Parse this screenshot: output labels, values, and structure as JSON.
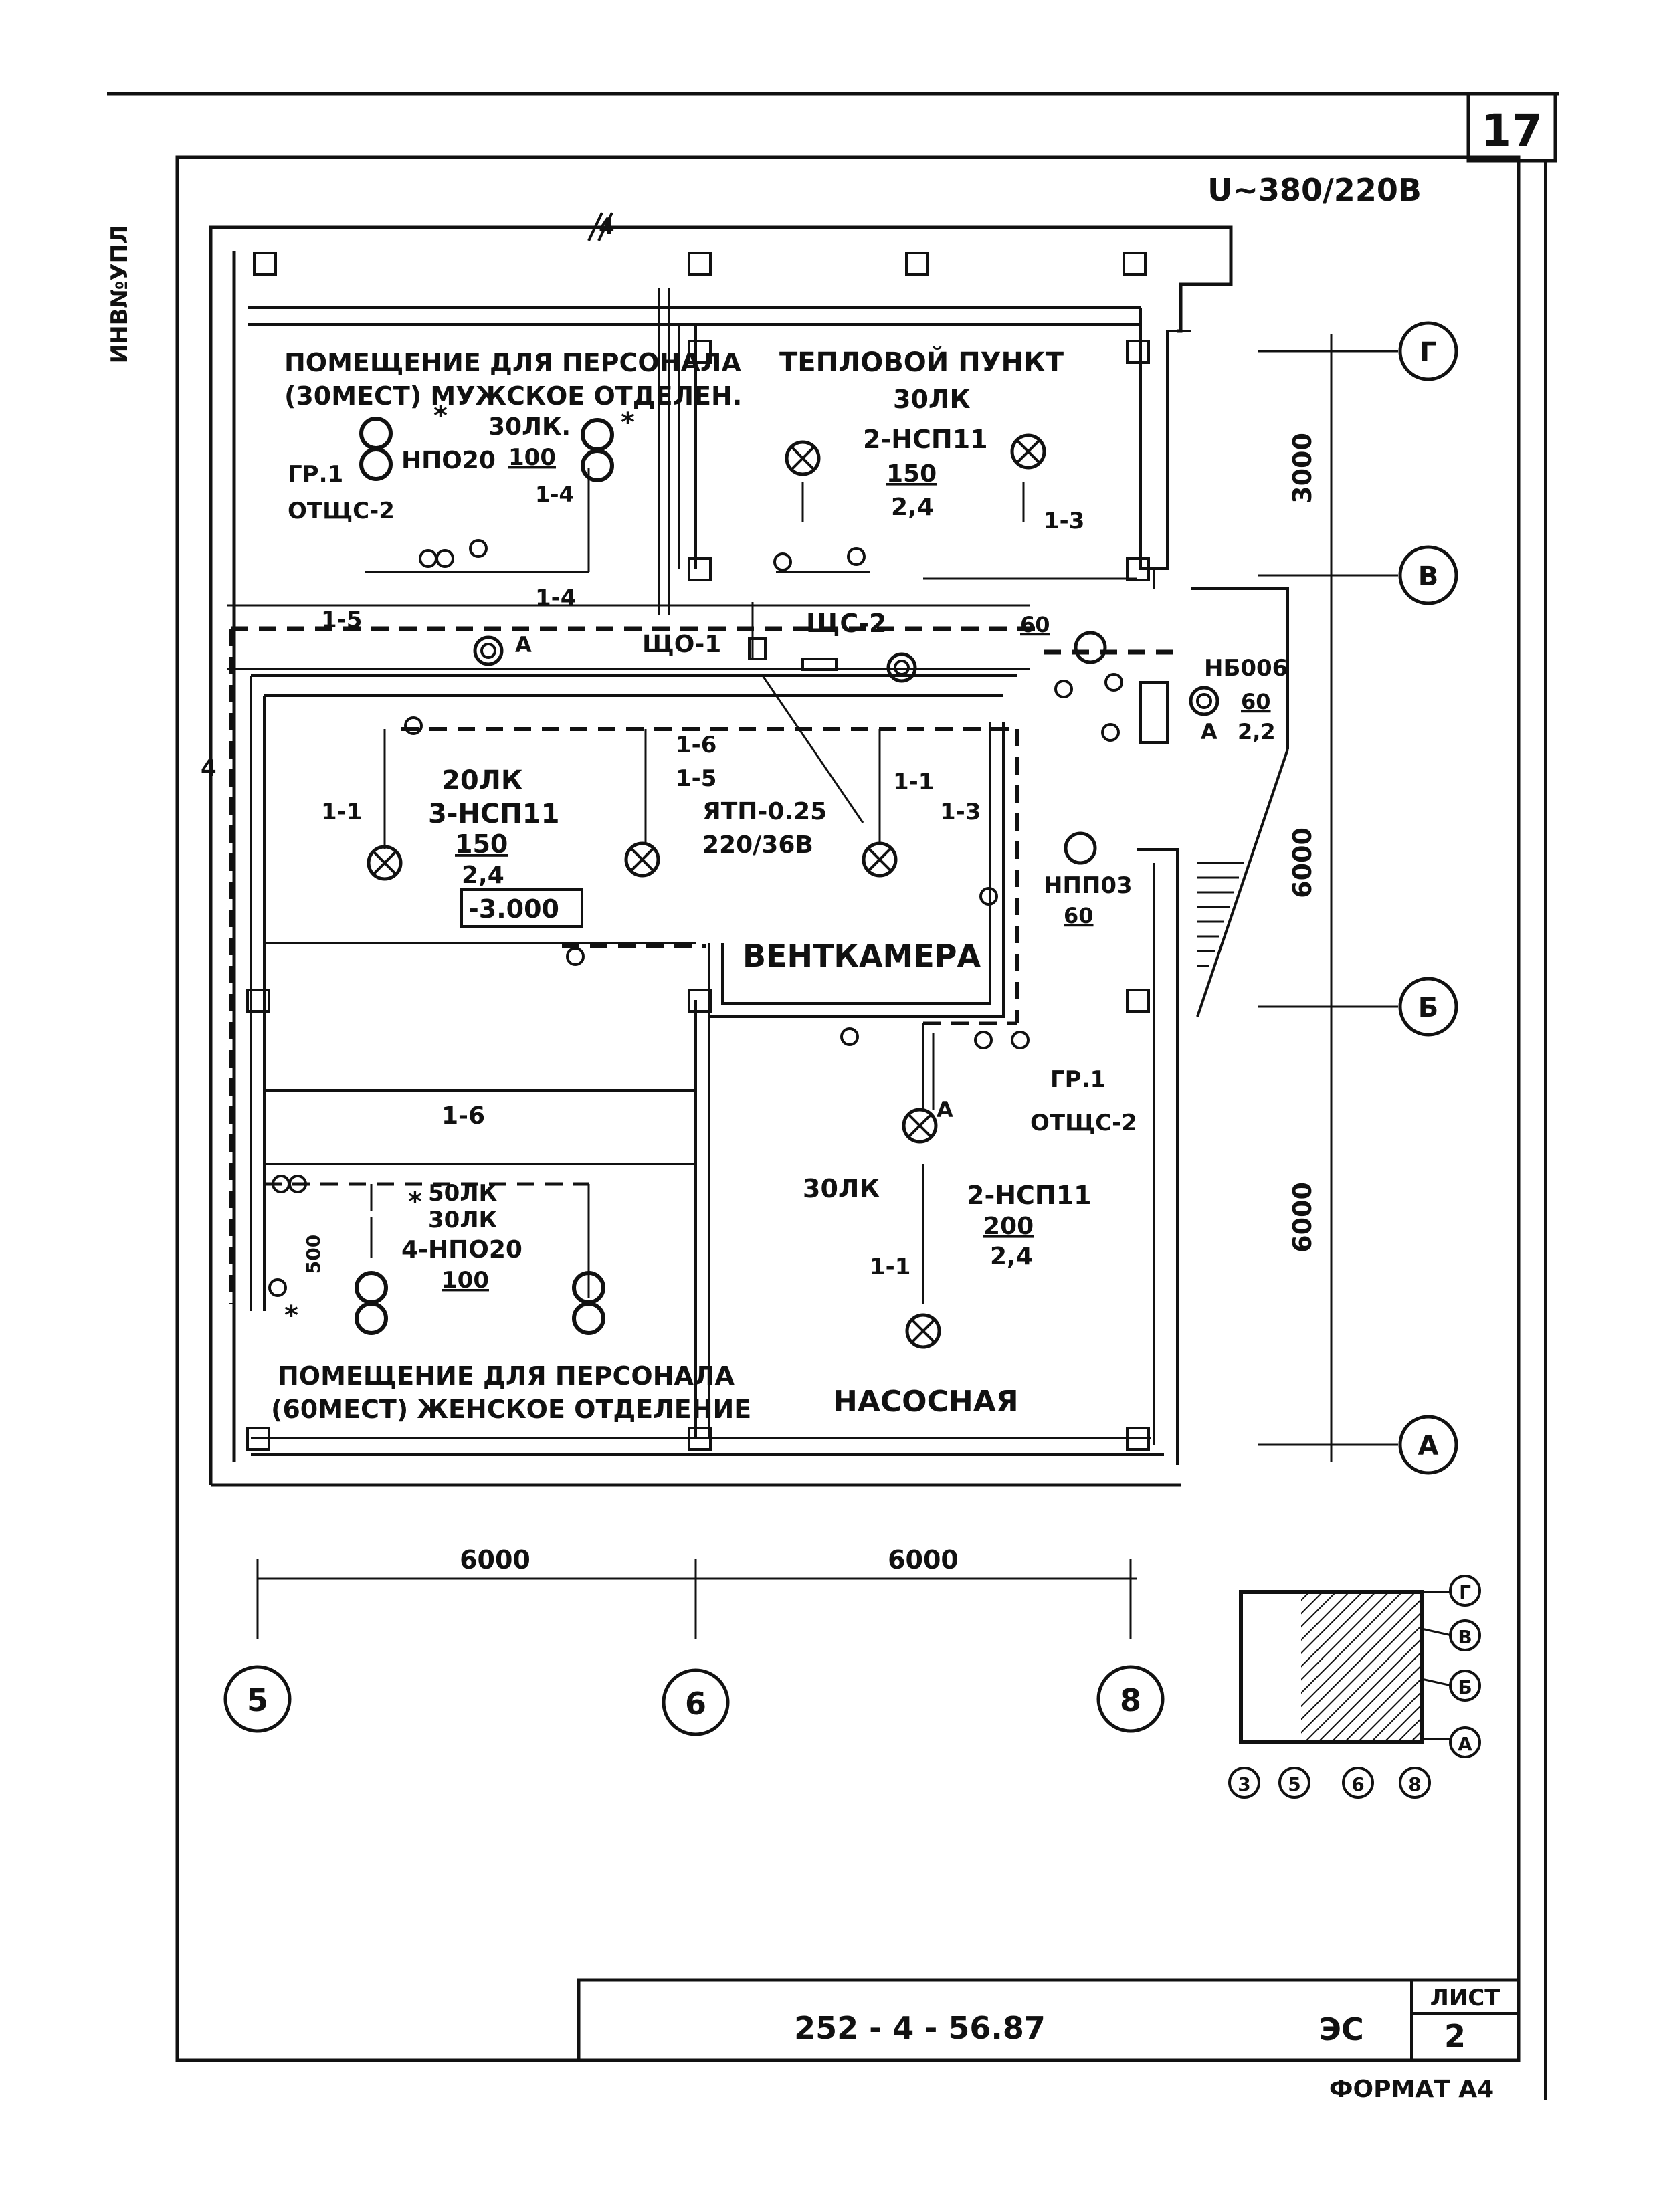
{
  "sheet": {
    "page_number": "17",
    "side_stamp": "ИНВ№УПЛ",
    "voltage": "U~380/220В",
    "format": "ФОРМАТ А4"
  },
  "title_block": {
    "code": "252 - 4 - 56.87",
    "section": "ЭС",
    "sheet_label": "ЛИСТ",
    "sheet_number": "2"
  },
  "rooms": {
    "male_staff": {
      "line1": "ПОМЕЩЕНИЕ ДЛЯ ПЕРСОНАЛА",
      "line2": "(30МЕСТ) МУЖСКОЕ ОТДЕЛЕН.",
      "lux": "30ЛК.",
      "lamp_type": "НПО20",
      "power": "100",
      "group": "ГР.1",
      "panel": "ОТЩС-2"
    },
    "heat_point": {
      "line1": "ТЕПЛОВОЙ ПУНКТ",
      "lux": "30ЛК",
      "lamp_spec": "2-НСП11",
      "power": "150",
      "height": "2,4"
    },
    "vent": {
      "name": "ВЕНТКАМЕРА",
      "lux": "20ЛК",
      "lamp_spec": "3-НСП11",
      "power": "150",
      "height": "2,4",
      "level": "-3.000"
    },
    "pump": {
      "name": "НАСОСНАЯ",
      "lux": "30ЛК",
      "lamp_spec": "2-НСП11",
      "power": "200",
      "height": "2,4",
      "group": "ГР.1",
      "panel": "ОТЩС-2"
    },
    "female_staff": {
      "line1": "ПОМЕЩЕНИЕ ДЛЯ ПЕРСОНАЛА",
      "line2": "(60МЕСТ) ЖЕНСКОЕ ОТДЕЛЕНИЕ",
      "lux1": "50ЛК",
      "lux2": "30ЛК",
      "lamp_spec": "4-НПО20",
      "power": "100",
      "dim": "500"
    }
  },
  "equipment": {
    "shch_o1": "ЩО-1",
    "shch_s2": "ЩС-2",
    "transformer": "ЯТП-0.25",
    "transformer_v": "220/36В",
    "nb": "НБ006",
    "nb_power": "60",
    "nb_height": "2,2",
    "npp": "НПП03",
    "npp_power": "60",
    "power_60": "60",
    "mark_a": "А"
  },
  "lines": {
    "l11": "1-1",
    "l13": "1-3",
    "l14": "1-4",
    "l15": "1-5",
    "l16": "1-6"
  },
  "axes": {
    "rows": [
      "Г",
      "В",
      "Б",
      "А"
    ],
    "cols": [
      "5",
      "6",
      "8"
    ],
    "dim_3000": "3000",
    "dim_6000": "6000",
    "wall_mark": "4"
  },
  "key_plan": {
    "rows": [
      "Г",
      "В",
      "Б",
      "А"
    ],
    "cols": [
      "3",
      "5",
      "6",
      "8"
    ]
  }
}
